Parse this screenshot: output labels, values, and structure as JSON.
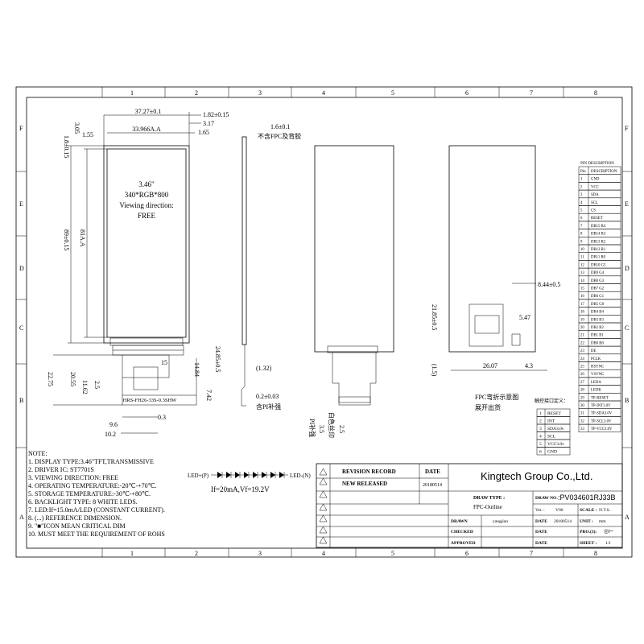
{
  "frame": {
    "col_labels": [
      "1",
      "2",
      "3",
      "4",
      "5",
      "6",
      "7",
      "8"
    ],
    "row_labels": [
      "F",
      "E",
      "D",
      "C",
      "B",
      "A"
    ]
  },
  "front_view": {
    "dim_width": "37.27±0.1",
    "dim_aa_width": "33.966A.A",
    "dim_top": "1.82±0.15",
    "dim_317": "3.17",
    "dim_165": "1.65",
    "dim_18": "1.8±0.15",
    "dim_305": "3.05",
    "dim_155": "1.55",
    "dim_height": "89±0.15",
    "dim_aa_height": "81A.A",
    "display_size": "3.46\"",
    "display_res": "340*RGB*800",
    "viewing_label": "Viewing direction:",
    "viewing_value": "FREE",
    "dim_2275": "22.75",
    "dim_2055": "20.55",
    "dim_1162": "11.62",
    "dim_25": "2.5",
    "dim_15": "15",
    "dim_1484": "14.84",
    "dim_742": "7.42",
    "dim_96": "9.6",
    "dim_03": "0.3",
    "dim_102": "10.2",
    "connector": "HRS-FH26-33S-0.3SHW"
  },
  "side_view": {
    "dim_thick": "1.6±0.1",
    "thick_note": "不含FPC及背胶",
    "dim_fpc": "24.85±0.5",
    "dim_132": "(1.32)",
    "dim_pi": "0.2±0.03",
    "pi_note": "含PI补强"
  },
  "bottom_view": {
    "dim_25": "2.5",
    "dim_35": "3.5",
    "note_silk": "白色丝印",
    "note_pi": "PI补强"
  },
  "rear_view": {
    "dim_844": "8.44±0.5",
    "dim_2185": "21.85±0.5",
    "dim_547": "5.47",
    "dim_15": "(1.5)",
    "dim_2607": "26.07",
    "dim_43": "4.3",
    "bend_note": "FPC弯折示意图",
    "ship_note": "展开出货"
  },
  "pin_table": {
    "title": "PIN DESCRIPTION",
    "header_pin": "Pin",
    "header_desc": "DESCRIPTION",
    "rows": [
      [
        "1",
        "GND"
      ],
      [
        "2",
        "VCC"
      ],
      [
        "3",
        "SDA"
      ],
      [
        "4",
        "SCL"
      ],
      [
        "5",
        "CS"
      ],
      [
        "6",
        "RESET"
      ],
      [
        "7",
        "DB15  R4"
      ],
      [
        "8",
        "DB14  R3"
      ],
      [
        "9",
        "DB13  R2"
      ],
      [
        "10",
        "DB12  R1"
      ],
      [
        "11",
        "DB11  R0"
      ],
      [
        "12",
        "DB10  G5"
      ],
      [
        "13",
        "DB9  G4"
      ],
      [
        "14",
        "DB8  G3"
      ],
      [
        "15",
        "DB7  G2"
      ],
      [
        "16",
        "DB6  G1"
      ],
      [
        "17",
        "DB5  G0"
      ],
      [
        "18",
        "DB4  B4"
      ],
      [
        "19",
        "DB3  B3"
      ],
      [
        "20",
        "DB2  B2"
      ],
      [
        "21",
        "DB1  B1"
      ],
      [
        "22",
        "DB0  B0"
      ],
      [
        "23",
        "DE"
      ],
      [
        "24",
        "PCLK"
      ],
      [
        "25",
        "HSYNC"
      ],
      [
        "26",
        "VSYNC"
      ],
      [
        "27",
        "LEDA"
      ],
      [
        "28",
        "LEDK"
      ],
      [
        "29",
        "TP-RESET"
      ],
      [
        "30",
        "TP-INT3.0V"
      ],
      [
        "31",
        "TP-SDA3.0V"
      ],
      [
        "32",
        "TP-SCL3.0V"
      ],
      [
        "33",
        "TP-VCC3.0V"
      ]
    ]
  },
  "touch_table": {
    "title": "触控接口定义：",
    "rows": [
      [
        "1",
        "RESET"
      ],
      [
        "2",
        "INT"
      ],
      [
        "3",
        "SDA3.0v"
      ],
      [
        "4",
        "SCL"
      ],
      [
        "5",
        "VCC3.0v"
      ],
      [
        "6",
        "GND"
      ]
    ]
  },
  "notes": {
    "header": "NOTE:",
    "items": [
      "1. DISPLAY TYPE:3.46\"TFT,TRANSMISSIVE",
      "2. DRIVER IC: ST7701S",
      "3. VIEWING DIRECTION: FREE",
      "4. OPERATING TEMPERATURE:-20℃-+70℃.",
      "5. STORAGE TEMPERATURE:-30℃-+80℃.",
      "6. BACKLIGHT TYPE:  8  WHITE LEDS.",
      "7. LED:If=15.0mA/LED (CONSTANT CURRENT).",
      "8. (...) REFERENCE DIMENSION.",
      "9. \"■\"ICON MEAN CRITICAL DIM",
      "10. MUST MEET THE REQUIREMENT OF ROHS"
    ]
  },
  "led": {
    "plus": "LED+(P)",
    "minus": "LED-(N)",
    "spec": "If=20mA,Vf=19.2V"
  },
  "title_block": {
    "revision_record": "REVISION RECORD",
    "date_label": "DATE",
    "new_released": "NEW RELEASED",
    "release_date": "20180514",
    "company": "Kingtech Group Co.,Ltd.",
    "draw_type_label": "DRAW TYPE :",
    "draw_type": "FPC-Outline",
    "draw_no_label": "DRAW NO.",
    "draw_no": ":PV034601RJ33B",
    "ver_label": "Ver. :",
    "ver": "V00",
    "scale_label": "SCALE :",
    "scale": "N.T.S.",
    "unit_label": "UNIT :",
    "unit": "mm",
    "drawn_label": "DRAWN",
    "drawn_by": "yangjian",
    "date2_label": "DATE",
    "date2": "20180514",
    "checked_label": "CHECKED",
    "date3_label": "DATE",
    "proj_label": "PRO.(3):",
    "approved_label": "APPROVED",
    "date4_label": "DATE",
    "sheet_label": "SHEET :",
    "sheet": "1/1"
  }
}
